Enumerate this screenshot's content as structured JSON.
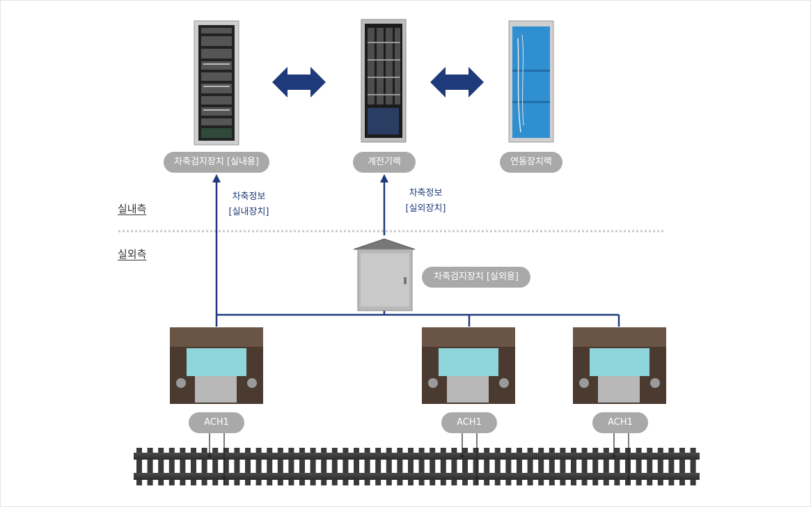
{
  "zones": {
    "indoor": "실내측",
    "outdoor": "실외측"
  },
  "devices": {
    "indoor_axle_counter": "차축검지장치 [실내용]",
    "interlocking_rack": "계전기랙",
    "linkage_rack": "연동장치랙",
    "outdoor_axle_counter": "차축검지장치 [실외용]"
  },
  "flows": {
    "indoor_info": [
      "차축정보",
      "[실내장치]"
    ],
    "outdoor_info": [
      "차축정보",
      "[실외장치]"
    ]
  },
  "sensors": [
    "ACH1",
    "ACH1",
    "ACH1"
  ],
  "colors": {
    "accent": "#1f3a7a",
    "pill": "#a9a9a9",
    "sensor_head": "#8fd6dc"
  }
}
